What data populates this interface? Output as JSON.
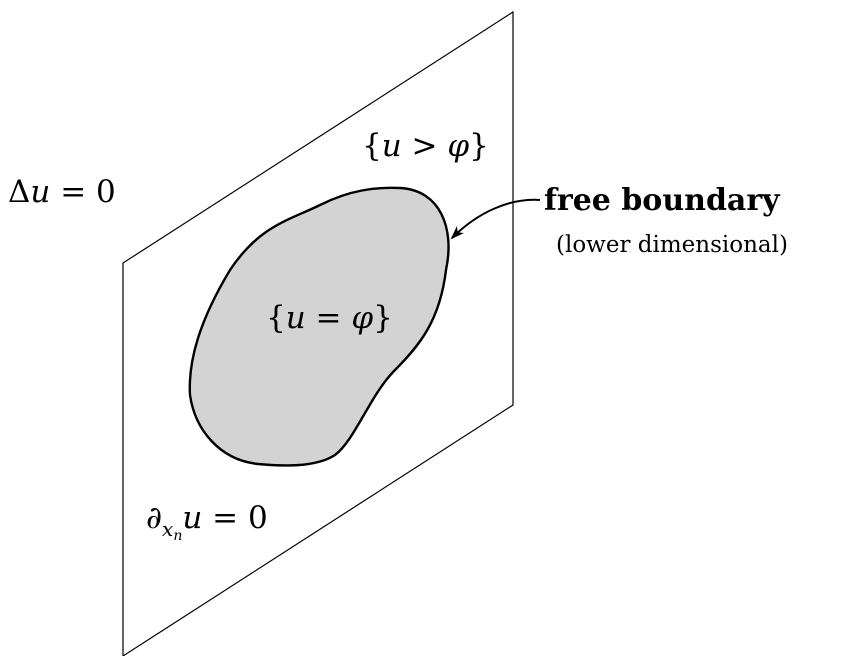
{
  "diagram": {
    "labels": {
      "laplace_equation": "Δu = 0",
      "positivity_set": "{u > φ}",
      "contact_set": "{u = φ}",
      "neumann_condition_prefix": "∂",
      "neumann_condition_subscript": "xn",
      "neumann_condition_suffix": "u = 0",
      "free_boundary_title": "free boundary",
      "free_boundary_note": "(lower dimensional)"
    },
    "colors": {
      "plane_stroke": "#000000",
      "contact_fill": "#d3d3d3",
      "contact_stroke": "#000000",
      "background": "#ffffff"
    }
  }
}
